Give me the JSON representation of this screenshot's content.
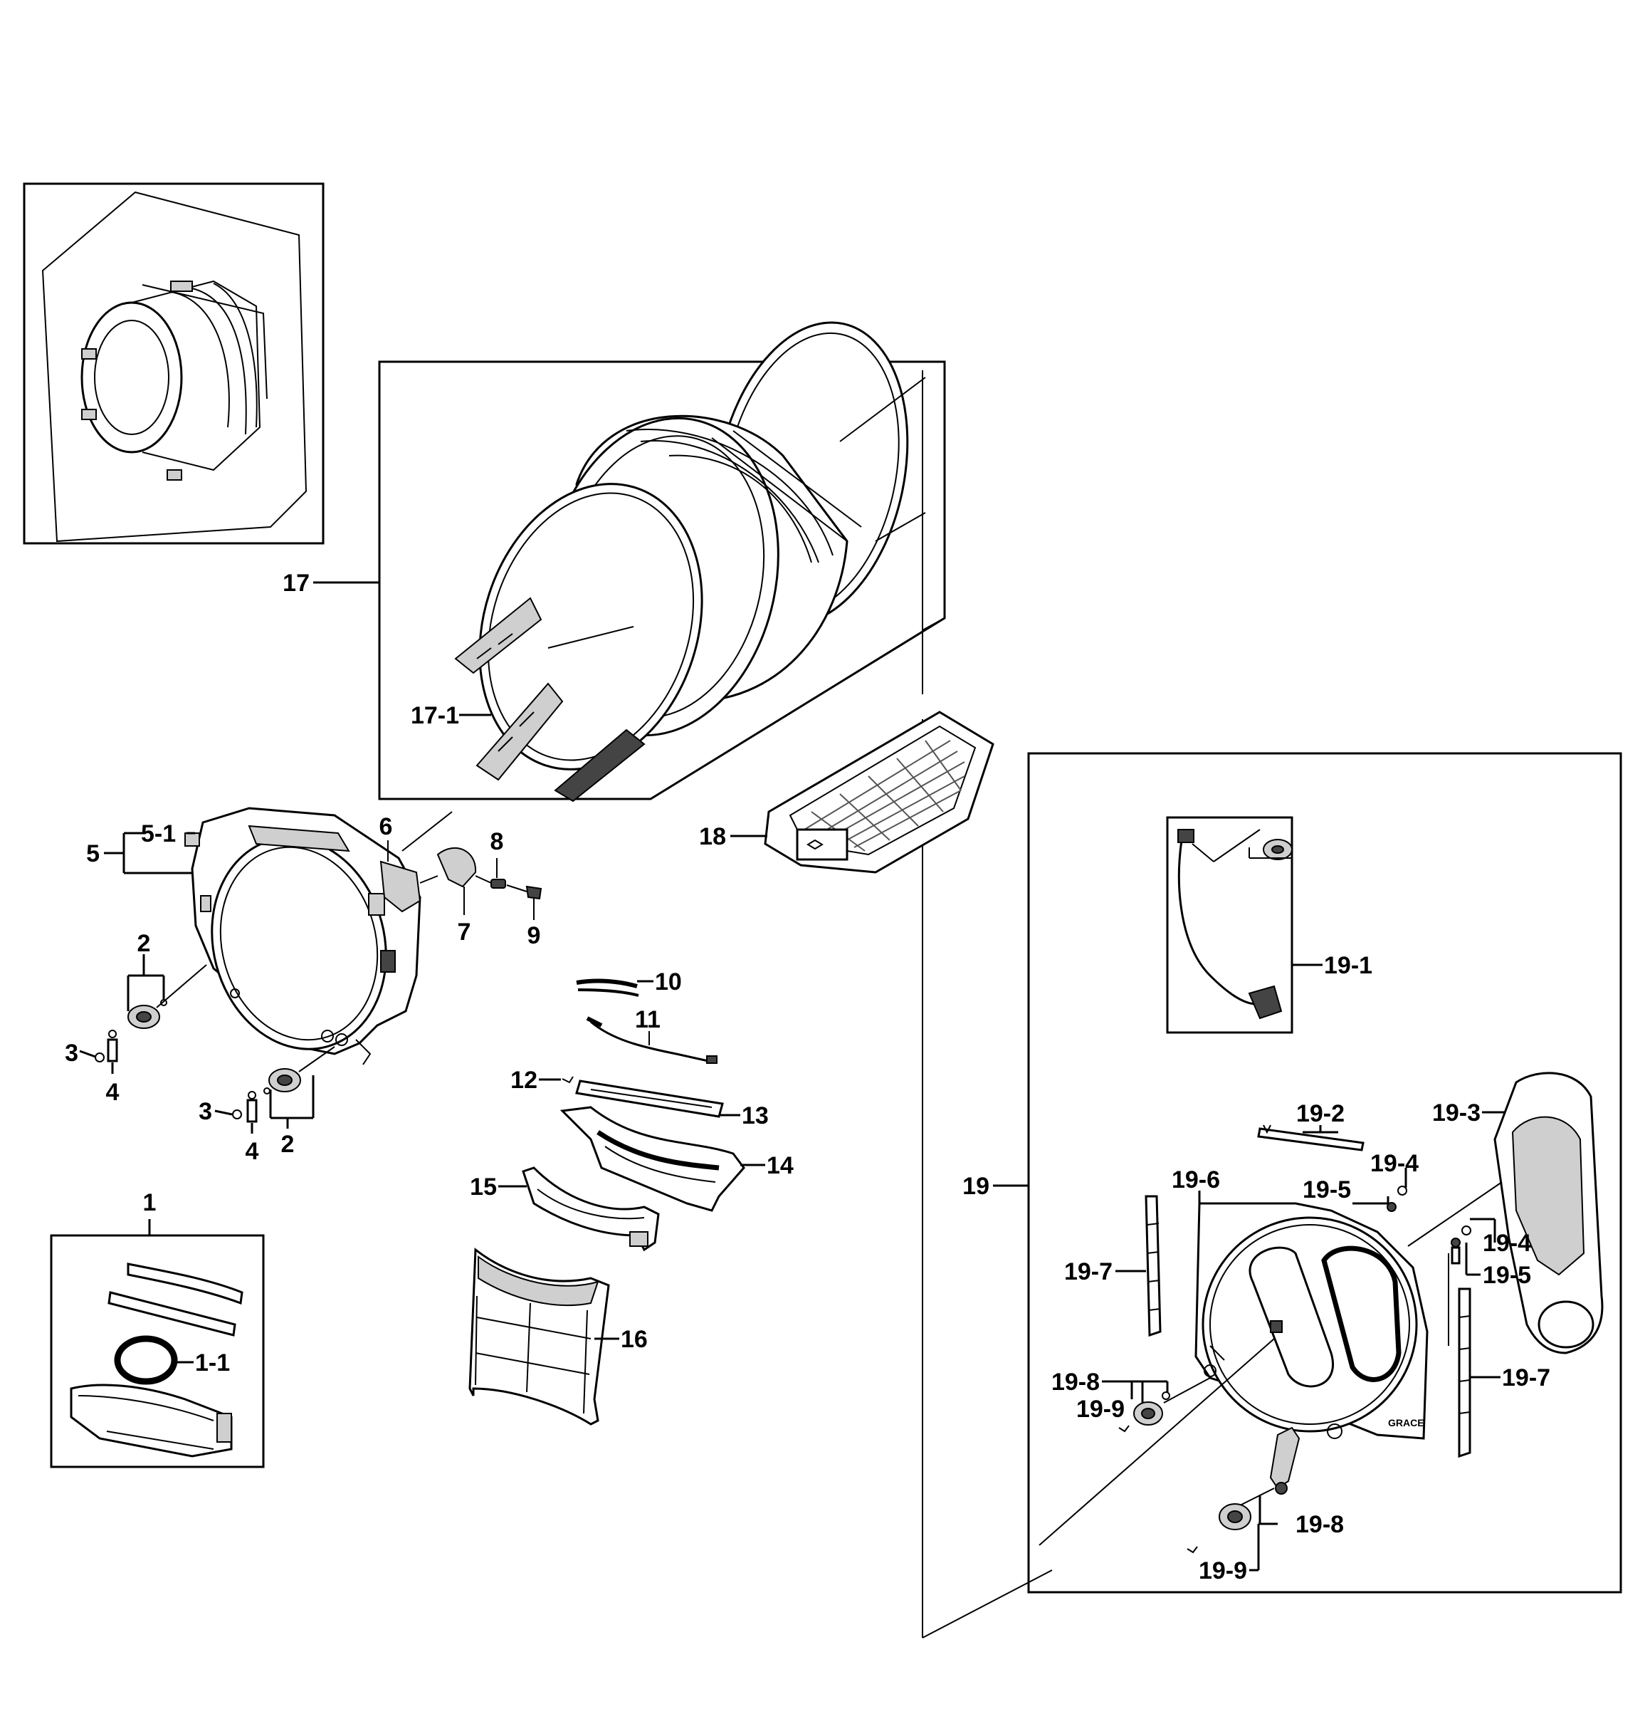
{
  "labels": {
    "l17": "17",
    "l17_1": "17-1",
    "l18": "18",
    "l5": "5",
    "l5_1": "5-1",
    "l6": "6",
    "l7": "7",
    "l8": "8",
    "l9": "9",
    "l2a": "2",
    "l3a": "3",
    "l4a": "4",
    "l3b": "3",
    "l4b": "4",
    "l2b": "2",
    "l1": "1",
    "l1_1": "1-1",
    "l10": "10",
    "l11": "11",
    "l12": "12",
    "l13": "13",
    "l14": "14",
    "l15": "15",
    "l16": "16",
    "l19": "19",
    "l19_1": "19-1",
    "l19_2": "19-2",
    "l19_3": "19-3",
    "l19_4a": "19-4",
    "l19_5a": "19-5",
    "l19_6": "19-6",
    "l19_7a": "19-7",
    "l19_4b": "19-4",
    "l19_5b": "19-5",
    "l19_8a": "19-8",
    "l19_9a": "19-9",
    "l19_7b": "19-7",
    "l19_8b": "19-8",
    "l19_9b": "19-9"
  },
  "emblem_text": "GRACE"
}
